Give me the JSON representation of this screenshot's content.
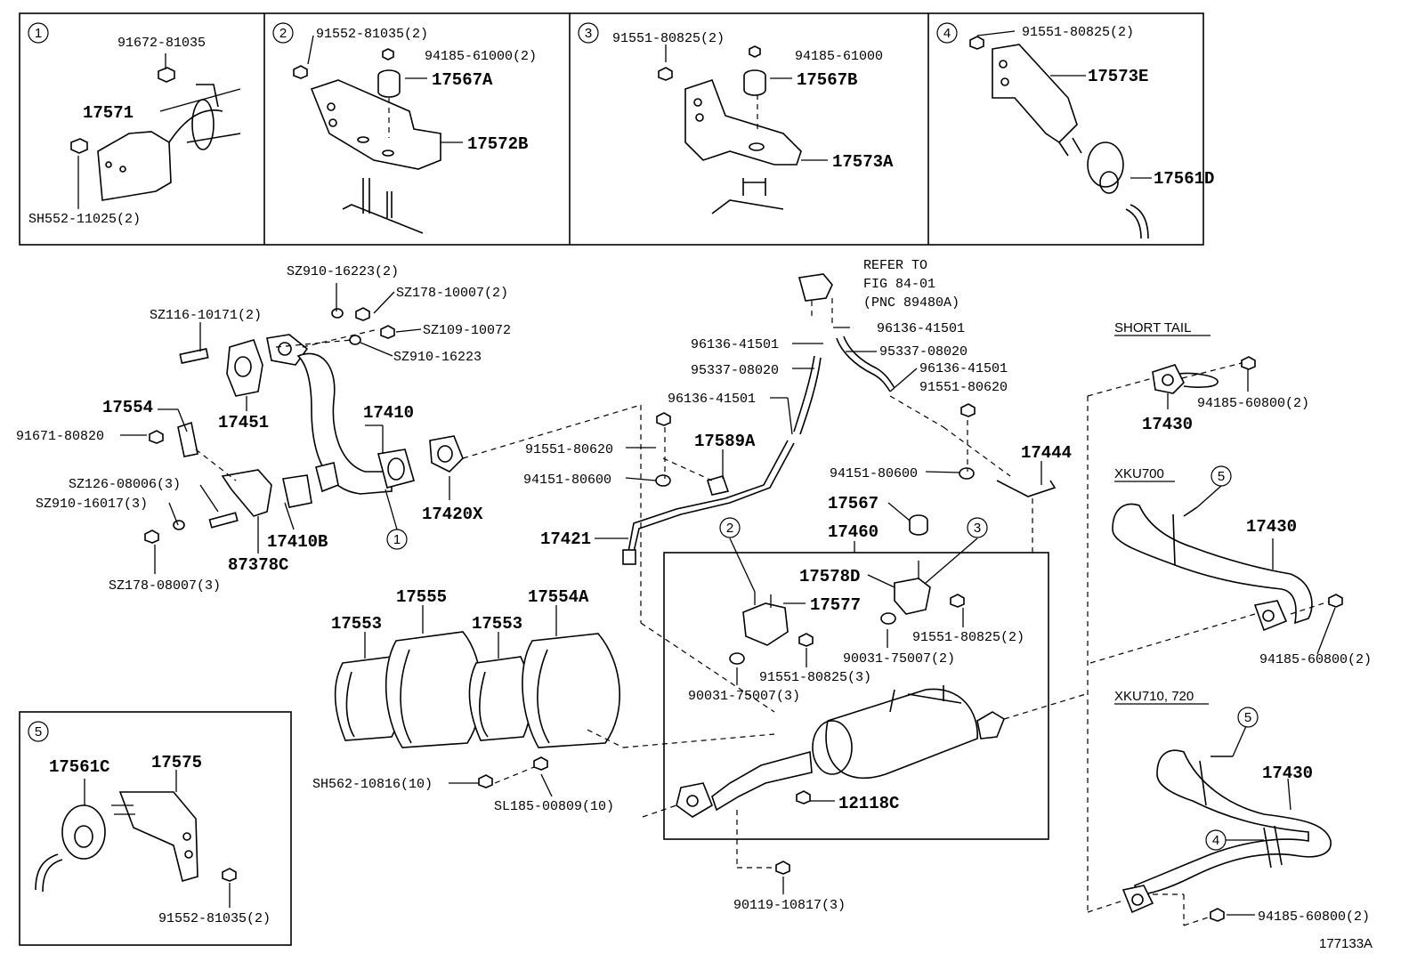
{
  "diagram_id": "177133A",
  "refer": {
    "line1": "REFER TO",
    "line2": "FIG 84-01",
    "line3": "(PNC 89480A)"
  },
  "inset_nums": [
    "1",
    "2",
    "3",
    "4",
    "5"
  ],
  "variants": {
    "short_tail": "SHORT TAIL",
    "xku700": "XKU700",
    "xku710": "XKU710, 720"
  },
  "inset1": {
    "p1": "91672-81035",
    "p2": "17571",
    "p3": "SH552-11025(2)"
  },
  "inset2": {
    "p1": "91552-81035(2)",
    "p2": "94185-61000(2)",
    "p3": "17567A",
    "p4": "17572B"
  },
  "inset3": {
    "p1": "91551-80825(2)",
    "p2": "94185-61000",
    "p3": "17567B",
    "p4": "17573A"
  },
  "inset4": {
    "p1": "91551-80825(2)",
    "p2": "17573E",
    "p3": "17561D"
  },
  "inset5": {
    "p1": "17561C",
    "p2": "17575",
    "p3": "91552-81035(2)"
  },
  "left": {
    "sz910_2": "SZ910-16223(2)",
    "sz178_2": "SZ178-10007(2)",
    "sz109": "SZ109-10072",
    "sz910": "SZ910-16223",
    "sz116": "SZ116-10171(2)",
    "p17554": "17554",
    "p91671": "91671-80820",
    "p17451": "17451",
    "p17410": "17410",
    "sz126": "SZ126-08006(3)",
    "sz910_3": "SZ910-16017(3)",
    "p17410b": "17410B",
    "p87378c": "87378C",
    "sz178_3": "SZ178-08007(3)",
    "p17420x": "17420X"
  },
  "mid": {
    "p96136_a": "96136-41501",
    "p96136_b": "96136-41501",
    "p96136_c": "96136-41501",
    "p96136_d": "96136-41501",
    "p95337_a": "95337-08020",
    "p95337_b": "95337-08020",
    "p91551_620a": "91551-80620",
    "p91551_620b": "91551-80620",
    "p17589a": "17589A",
    "p94151_a": "94151-80600",
    "p94151_b": "94151-80600",
    "p17421": "17421",
    "p17444": "17444",
    "p17567": "17567",
    "p17460": "17460"
  },
  "cat": {
    "p17553a": "17553",
    "p17555": "17555",
    "p17553b": "17553",
    "p17554a": "17554A",
    "sh562": "SH562-10816(10)",
    "sl185": "SL185-00809(10)"
  },
  "muffler": {
    "p17578d": "17578D",
    "p17577": "17577",
    "p91551_825a": "91551-80825(2)",
    "p90031_2": "90031-75007(2)",
    "p91551_825b": "91551-80825(3)",
    "p90031_3": "90031-75007(3)",
    "p12118c": "12118C",
    "p90119": "90119-10817(3)"
  },
  "tail": {
    "p17430a": "17430",
    "p94185a": "94185-60800(2)",
    "p17430b": "17430",
    "p94185b": "94185-60800(2)",
    "p17430c": "17430",
    "p94185c": "94185-60800(2)"
  }
}
